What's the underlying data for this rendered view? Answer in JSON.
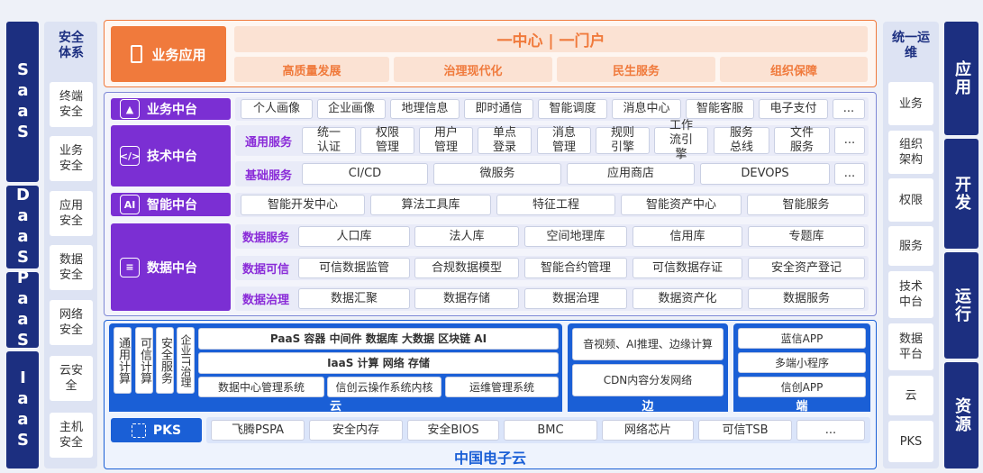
{
  "left_layers": [
    "SaaS",
    "DaaS",
    "PaaS",
    "IaaS"
  ],
  "security": {
    "title": "安全体系",
    "items": [
      "终端安全",
      "业务安全",
      "应用安全",
      "数据安全",
      "网络安全",
      "云安全",
      "主机安全"
    ]
  },
  "ops": {
    "title": "统一运维",
    "items": [
      "业务",
      "组织架构",
      "权限",
      "服务",
      "技术中台",
      "数据平台",
      "云",
      "PKS"
    ]
  },
  "right_labels": [
    "应用",
    "开发",
    "运行",
    "资源"
  ],
  "app": {
    "label": "业务应用",
    "banner": "一中心 | 一门户",
    "items": [
      "高质量发展",
      "治理现代化",
      "民生服务",
      "组织保障"
    ]
  },
  "biz": {
    "label": "业务中台",
    "items": [
      "个人画像",
      "企业画像",
      "地理信息",
      "即时通信",
      "智能调度",
      "消息中心",
      "智能客服",
      "电子支付",
      "..."
    ]
  },
  "tech": {
    "label": "技术中台",
    "general_label": "通用服务",
    "general": [
      "统一认证",
      "权限管理",
      "用户管理",
      "单点登录",
      "消息管理",
      "规则引擎",
      "工作流引擎",
      "服务总线",
      "文件服务",
      "..."
    ],
    "base_label": "基础服务",
    "base": [
      "CI/CD",
      "微服务",
      "应用商店",
      "DEVOPS",
      "..."
    ]
  },
  "ai": {
    "label": "智能中台",
    "items": [
      "智能开发中心",
      "算法工具库",
      "特征工程",
      "智能资产中心",
      "智能服务"
    ]
  },
  "data": {
    "label": "数据中台",
    "rows": [
      {
        "label": "数据服务",
        "items": [
          "人口库",
          "法人库",
          "空间地理库",
          "信用库",
          "专题库"
        ]
      },
      {
        "label": "数据可信",
        "items": [
          "可信数据监管",
          "合规数据模型",
          "智能合约管理",
          "可信数据存证",
          "安全资产登记"
        ]
      },
      {
        "label": "数据治理",
        "items": [
          "数据汇聚",
          "数据存储",
          "数据治理",
          "数据资产化",
          "数据服务"
        ]
      }
    ]
  },
  "cloud": {
    "vertical": [
      "通用计算",
      "可信计算",
      "安全服务",
      "企业IT治理"
    ],
    "paas": "PaaS 容器 中间件 数据库 大数据 区块链 AI",
    "iaas": "IaaS 计算 网络 存储",
    "mgmt": [
      "数据中心管理系统",
      "信创云操作系统内核",
      "运维管理系统"
    ],
    "label": "云"
  },
  "edge": {
    "items": [
      "音视频、AI推理、边缘计算",
      "CDN内容分发网络"
    ],
    "label": "边"
  },
  "end": {
    "items": [
      "蓝信APP",
      "多端小程序",
      "信创APP"
    ],
    "label": "端"
  },
  "pks": {
    "label": "PKS",
    "items": [
      "飞腾PSPA",
      "安全内存",
      "安全BIOS",
      "BMC",
      "网络芯片",
      "可信TSB",
      "..."
    ]
  },
  "footer": "中国电子云",
  "colors": {
    "navy": "#1c2f80",
    "orange": "#f07a3c",
    "purple": "#7b2fd3",
    "blue": "#1a5fd6"
  }
}
